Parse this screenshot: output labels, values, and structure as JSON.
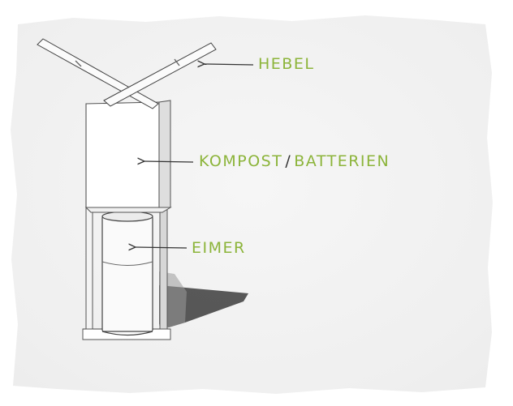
{
  "labels": {
    "hebel": "HEBEL",
    "kompost": "KOMPOST",
    "separator": "/",
    "batterien": "BATTERIEN",
    "eimer": "EIMER"
  },
  "colors": {
    "label_green": "#8cb43a",
    "separator": "#333333",
    "paper_background": "#f1f1f1",
    "line": "#3a3a3a"
  }
}
